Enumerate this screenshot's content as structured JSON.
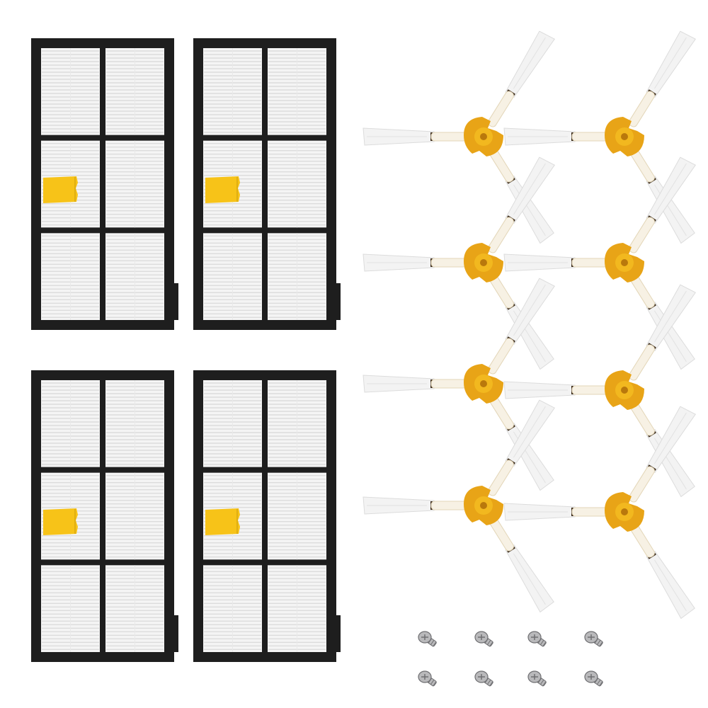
{
  "photo": {
    "background_color": "#ffffff",
    "subjects": {
      "filters": {
        "count": 4,
        "frame_color": "#1e1e1e",
        "media_color": "#f4f4f4",
        "pleat_color": "#dcdcdc",
        "tab_color": "#f7c318"
      },
      "side_brushes": {
        "count": 8,
        "hub_color": "#e8a417",
        "hub_center_color": "#f2b81f",
        "arm_color": "#f7f1e4",
        "bristle_color": "#f3f3f3",
        "wire_color": "#3a2a1a"
      },
      "screws": {
        "count": 8,
        "metal_color": "#b9b9bb",
        "shadow_color": "#6f6f72"
      }
    }
  }
}
